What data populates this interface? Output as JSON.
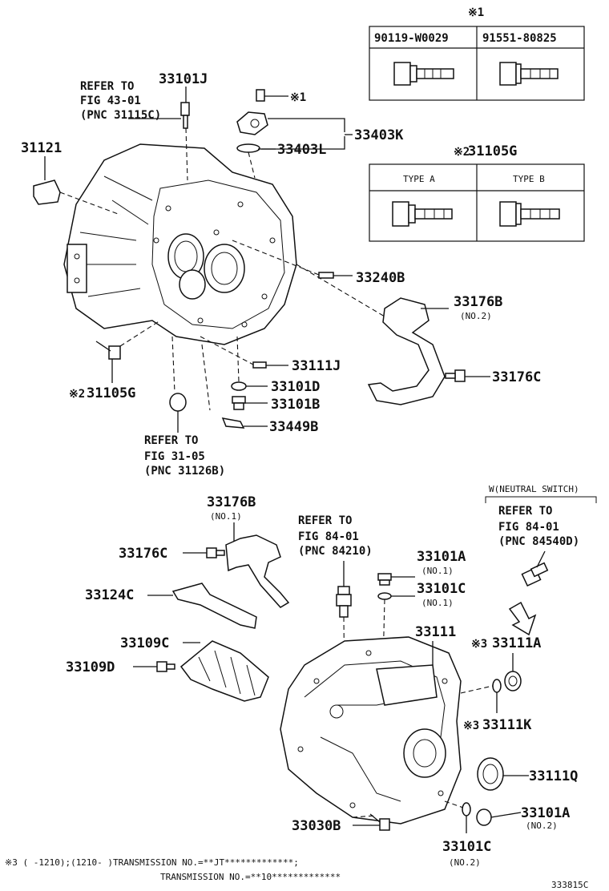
{
  "labels": {
    "note_ref1": "※1",
    "note_ref2_top": "※2",
    "part_31105G_top": "31105G",
    "tbl1_col1": "90119-W0029",
    "tbl1_col2": "91551-80825",
    "tbl2_col1": "TYPE A",
    "tbl2_col2": "TYPE B",
    "part_33101J": "33101J",
    "refer_43_line1": "REFER TO",
    "refer_43_line2": "FIG 43-01",
    "refer_43_line3": "(PNC 31115C)",
    "bolt_ref1": "※1",
    "part_33403K": "33403K",
    "part_33403L": "33403L",
    "part_31121": "31121",
    "part_33240B": "33240B",
    "part_33176B_top": "33176B",
    "no2_top": "(NO.2)",
    "part_33176C_top": "33176C",
    "part_33111J": "33111J",
    "part_33101D": "33101D",
    "part_33101B": "33101B",
    "part_33449B": "33449B",
    "note_ref2_left": "※2",
    "part_31105G_left": "31105G",
    "refer_31_line1": "REFER TO",
    "refer_31_line2": "FIG 31-05",
    "refer_31_line3": "(PNC 31126B)",
    "part_33176B_mid": "33176B",
    "no1_mid": "(NO.1)",
    "part_33176C_mid": "33176C",
    "part_33124C": "33124C",
    "part_33109C": "33109C",
    "part_33109D": "33109D",
    "refer_84a_line1": "REFER TO",
    "refer_84a_line2": "FIG 84-01",
    "refer_84a_line3": "(PNC 84210)",
    "neutral_switch": "W(NEUTRAL SWITCH)",
    "refer_84b_line1": "REFER TO",
    "refer_84b_line2": "FIG 84-01",
    "refer_84b_line3": "(PNC 84540D)",
    "part_33101A_top": "33101A",
    "no1_a": "(NO.1)",
    "part_33101C_top": "33101C",
    "no1_c": "(NO.1)",
    "part_33111": "33111",
    "note_ref3_a": "※3",
    "part_33111A": "33111A",
    "note_ref3_k": "※3",
    "part_33111K": "33111K",
    "part_33111Q": "33111Q",
    "part_33030B": "33030B",
    "part_33101A_bot": "33101A",
    "no2_a": "(NO.2)",
    "part_33101C_bot": "33101C",
    "no2_c": "(NO.2)",
    "footnote_line1": "※3 (      -1210);(1210-      )TRANSMISSION NO.=**JT*************;",
    "footnote_line2": "TRANSMISSION NO.=**10*************",
    "diagram_id": "333815C"
  }
}
